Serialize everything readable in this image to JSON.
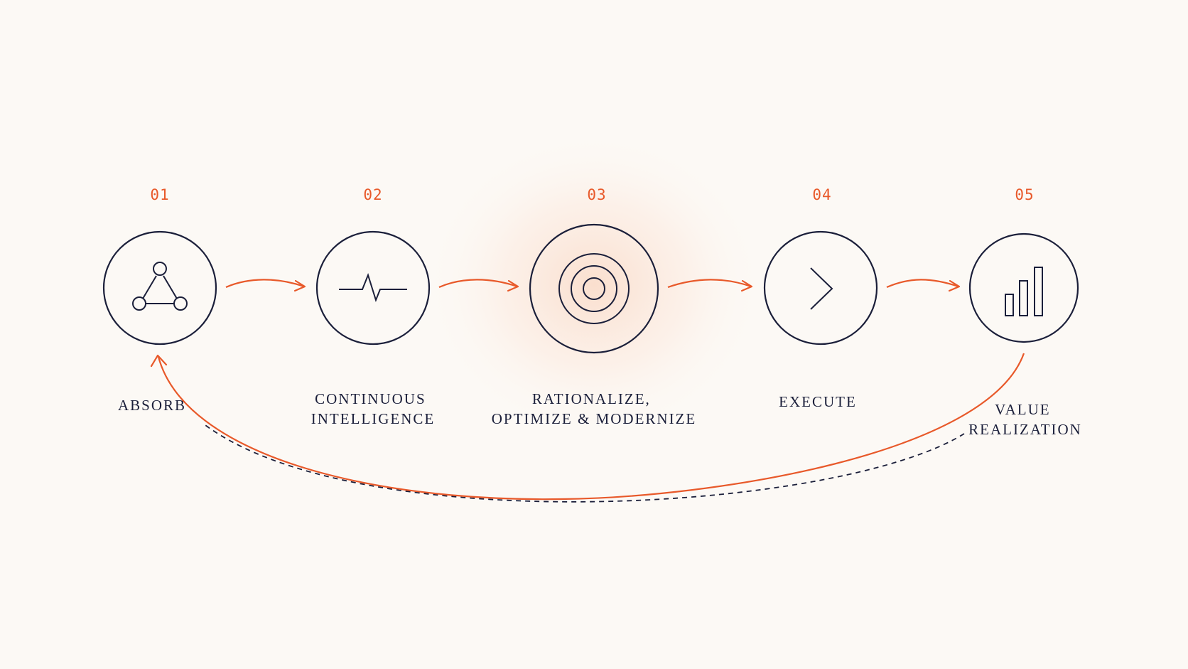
{
  "colors": {
    "background": "#FCF9F5",
    "accent": "#E8592A",
    "ink": "#1B1F3A",
    "glow": "#F9C9AE"
  },
  "steps": [
    {
      "number": "01",
      "label_lines": [
        "ABSORB"
      ],
      "icon": "network-triangle-icon"
    },
    {
      "number": "02",
      "label_lines": [
        "CONTINUOUS",
        "INTELLIGENCE"
      ],
      "icon": "pulse-icon"
    },
    {
      "number": "03",
      "label_lines": [
        "RATIONALIZE,",
        "OPTIMIZE & MODERNIZE"
      ],
      "icon": "target-icon",
      "highlighted": true
    },
    {
      "number": "04",
      "label_lines": [
        "EXECUTE"
      ],
      "icon": "chevron-right-icon"
    },
    {
      "number": "05",
      "label_lines": [
        "VALUE",
        "REALIZATION"
      ],
      "icon": "bar-chart-icon"
    }
  ],
  "connectors": [
    {
      "from": "01",
      "to": "02",
      "style": "accent-arrow"
    },
    {
      "from": "02",
      "to": "03",
      "style": "accent-arrow"
    },
    {
      "from": "03",
      "to": "04",
      "style": "accent-arrow"
    },
    {
      "from": "04",
      "to": "05",
      "style": "accent-arrow"
    },
    {
      "from": "05",
      "to": "01",
      "style": "accent-arrow-loop"
    },
    {
      "from": "01",
      "to": "05",
      "style": "dashed-loop"
    }
  ]
}
